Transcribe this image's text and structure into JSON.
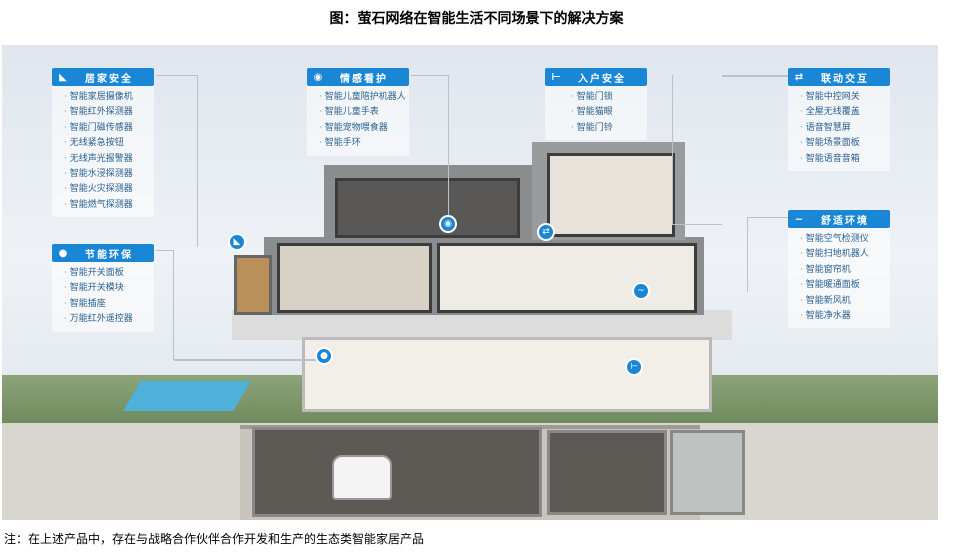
{
  "title": "图：萤石网络在智能生活不同场景下的解决方案",
  "note": "注：在上述产品中，存在与战略合作伙伴合作开发和生产的生态类智能家居产品",
  "panels": [
    {
      "title": "居家安全",
      "icon": "camera-icon",
      "items": [
        "智能家居摄像机",
        "智能红外探测器",
        "智能门磁传感器",
        "无线紧急按钮",
        "无线声光报警器",
        "智能水浸探测器",
        "智能火灾探测器",
        "智能燃气探测器"
      ]
    },
    {
      "title": "节能环保",
      "icon": "drop-icon",
      "items": [
        "智能开关面板",
        "智能开关模块",
        "智能插座",
        "万能红外遥控器"
      ]
    },
    {
      "title": "情感看护",
      "icon": "eye-icon",
      "items": [
        "智能儿童陪护机器人",
        "智能儿童手表",
        "智能宠物喂食器",
        "智能手环"
      ]
    },
    {
      "title": "入户安全",
      "icon": "door-lock-icon",
      "items": [
        "智能门锁",
        "智能猫眼",
        "智能门铃"
      ]
    },
    {
      "title": "联动交互",
      "icon": "sync-icon",
      "items": [
        "智能中控网关",
        "全屋无线覆盖",
        "语音智慧屏",
        "智能场景面板",
        "智能语音音箱"
      ]
    },
    {
      "title": "舒适环境",
      "icon": "wind-icon",
      "items": [
        "智能空气检测仪",
        "智能扫地机器人",
        "智能窗帘机",
        "智能暖通面板",
        "智能新风机",
        "智能净水器"
      ]
    }
  ],
  "colors": {
    "accent": "#1a86d6"
  }
}
